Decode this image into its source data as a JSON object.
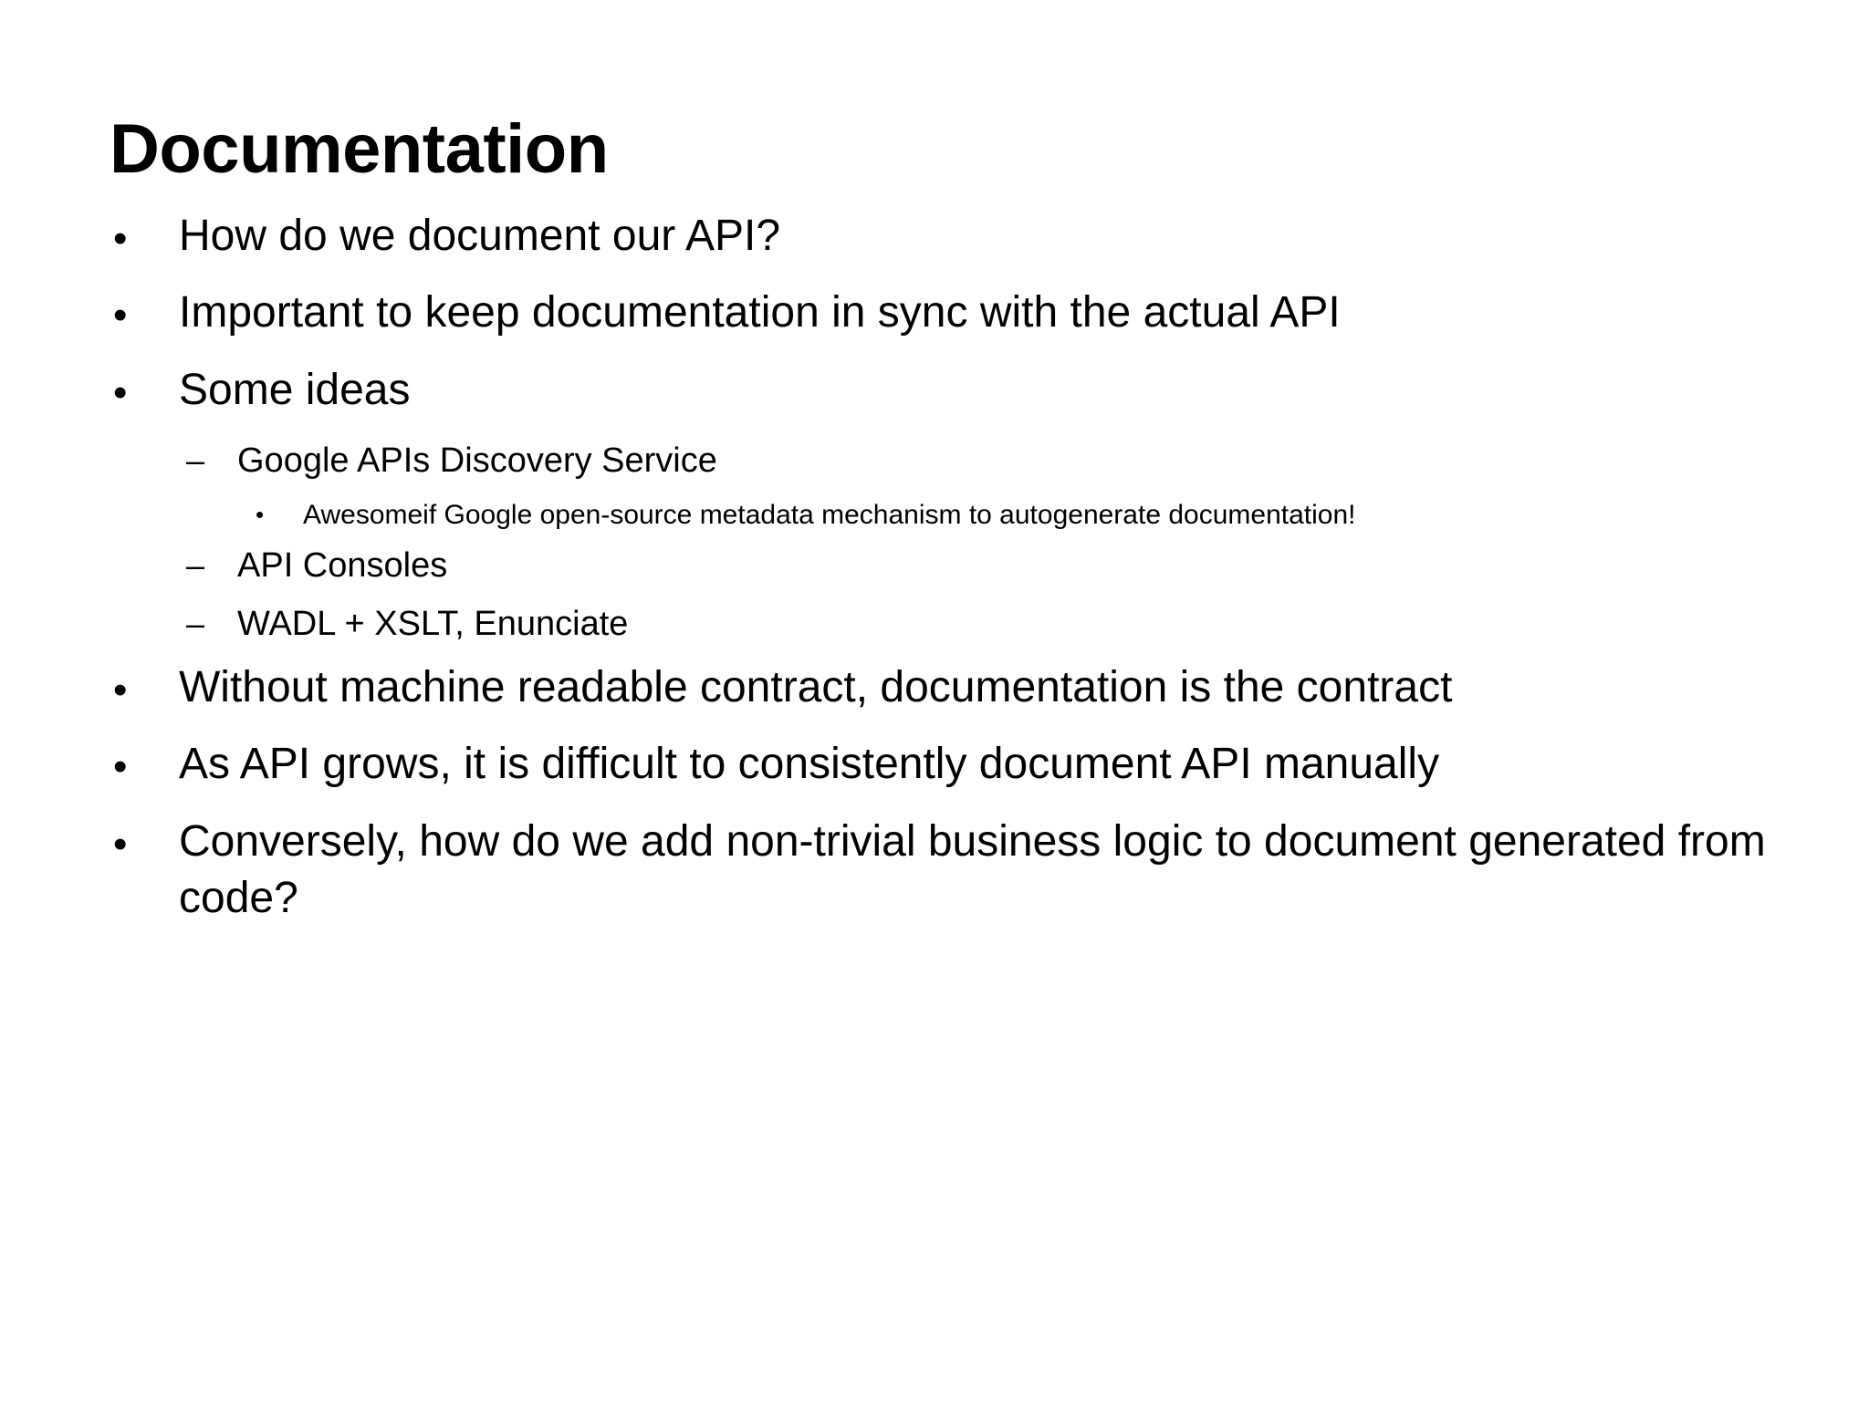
{
  "slide": {
    "title": "Documentation",
    "background_color": "#ffffff",
    "text_color": "#000000",
    "markers": {
      "level1": "•",
      "level2": "–",
      "level3": "•"
    },
    "bullets": [
      {
        "level": 1,
        "marker": "•",
        "text": "How do we document our API?"
      },
      {
        "level": 1,
        "marker": "•",
        "text": "Important to keep documentation in sync with the actual API"
      },
      {
        "level": 1,
        "marker": "•",
        "text": "Some ideas"
      },
      {
        "level": 2,
        "marker": "–",
        "text": "Google APIs Discovery Service"
      },
      {
        "level": 3,
        "marker": "•",
        "text": "Awesomeif Google open-source metadata mechanism to autogenerate documentation!"
      },
      {
        "level": 2,
        "marker": "–",
        "text": "API Consoles"
      },
      {
        "level": 2,
        "marker": "–",
        "text": "WADL + XSLT, Enunciate"
      },
      {
        "level": 1,
        "marker": "•",
        "text": "Without machine readable contract, documentation is the contract"
      },
      {
        "level": 1,
        "marker": "•",
        "text": "As API grows, it is difficult to consistently document API manually"
      },
      {
        "level": 1,
        "marker": "•",
        "text": "Conversely, how do we add non-trivial business logic to document generated from code?"
      }
    ]
  }
}
